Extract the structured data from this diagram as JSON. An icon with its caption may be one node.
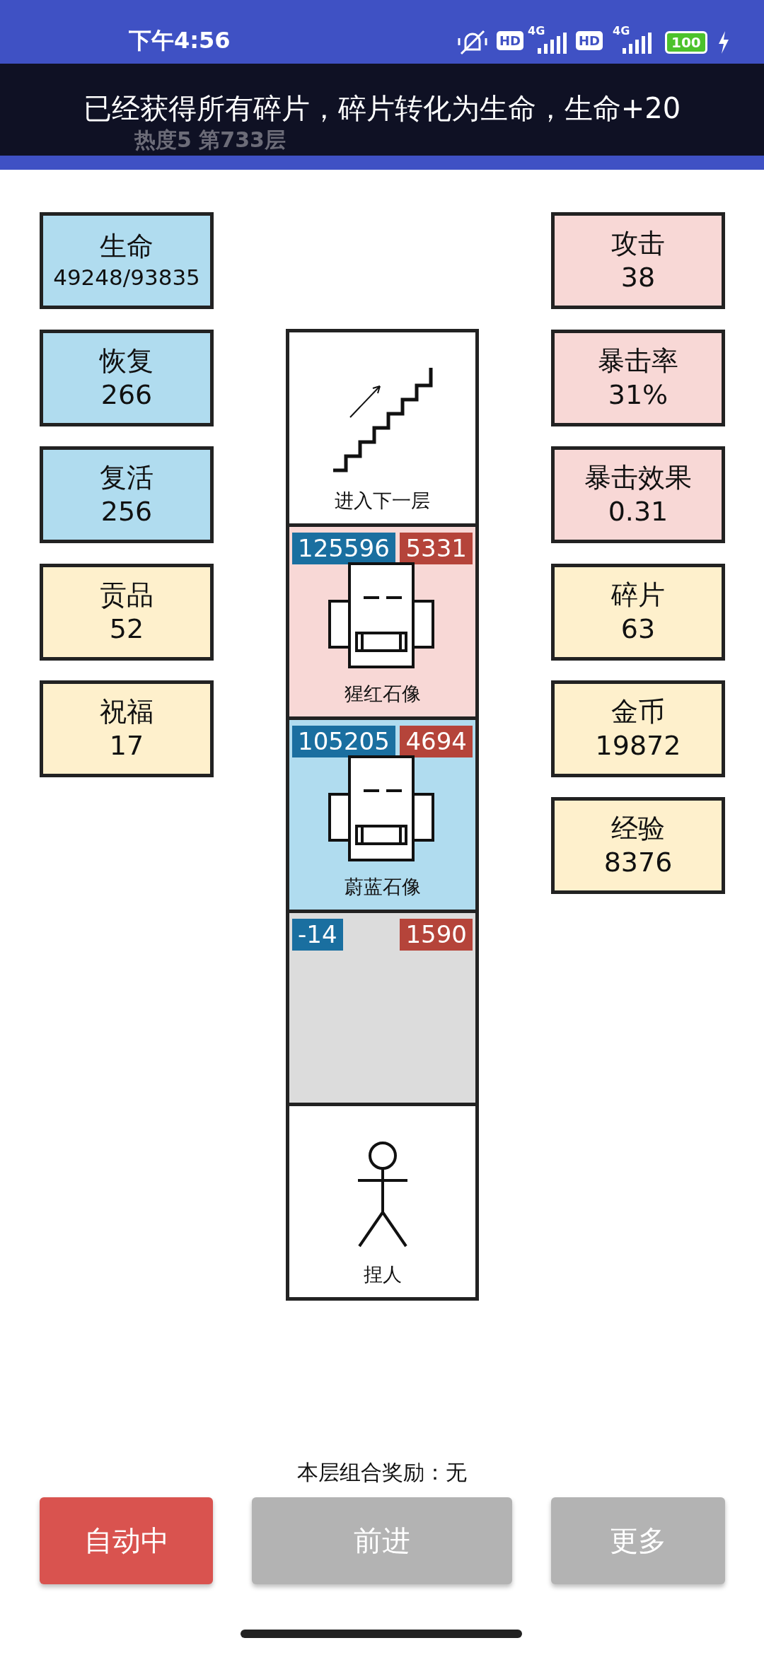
{
  "diagram": {
    "nodes": [
      {
        "text": [
          "已经获得所有碎片，碎片转化为生命，生命+20"
        ]
      },
      {
        "text": [
          "生命",
          "49248/93835"
        ]
      },
      {
        "text": [
          "恢复",
          "266"
        ]
      },
      {
        "text": [
          "复活",
          "256"
        ]
      },
      {
        "text": [
          "贡品",
          "52"
        ]
      },
      {
        "text": [
          "祝福",
          "17"
        ]
      },
      {
        "text": [
          "进入下一层"
        ]
      },
      {
        "text": [
          "125596",
          "5331",
          "猩红石像"
        ]
      },
      {
        "text": [
          "105205",
          "4694",
          "蔚蓝石像"
        ]
      },
      {
        "text": [
          "-14",
          "1590"
        ]
      },
      {
        "text": [
          "捏人"
        ]
      },
      {
        "text": [
          "攻击",
          "38"
        ]
      },
      {
        "text": [
          "暴击率",
          "31%"
        ]
      },
      {
        "text": [
          "暴击效果",
          "0.31"
        ]
      },
      {
        "text": [
          "碎片",
          "63"
        ]
      },
      {
        "text": [
          "金币",
          "19872"
        ]
      },
      {
        "text": [
          "经验",
          "8376"
        ]
      },
      {
        "text": [
          "自动中"
        ]
      },
      {
        "text": [
          "前进"
        ]
      },
      {
        "text": [
          "更多"
        ]
      }
    ],
    "labels": [
      "下午4:56",
      "HD",
      "4G",
      "HD",
      "4G",
      "100",
      "热度5 第733层",
      "本层组合奖励：无"
    ]
  }
}
